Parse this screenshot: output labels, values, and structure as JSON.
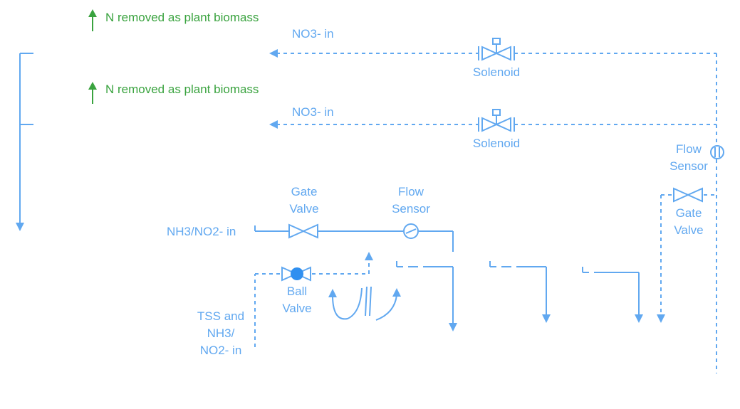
{
  "labels": {
    "biomass_1": "N removed as plant biomass",
    "biomass_2": "N removed as plant biomass",
    "no3_in_1": "NO3- in",
    "no3_in_2": "NO3- in",
    "solenoid_1": "Solenoid",
    "solenoid_2": "Solenoid",
    "flow_sensor_right_1": "Flow",
    "flow_sensor_right_2": "Sensor",
    "gate_valve_right_1": "Gate",
    "gate_valve_right_2": "Valve",
    "gate_valve_main_1": "Gate",
    "gate_valve_main_2": "Valve",
    "flow_sensor_main_1": "Flow",
    "flow_sensor_main_2": "Sensor",
    "nh3_inlet": "NH3/NO2- in",
    "ball_valve_1": "Ball",
    "ball_valve_2": "Valve",
    "tss_inlet_1": "TSS and",
    "tss_inlet_2": "NH3/",
    "tss_inlet_3": "NO2- in"
  },
  "colors": {
    "pipe": "#61a8f0",
    "biomass": "#3aa33f",
    "ball_valve_fill": "#2f8ff0"
  }
}
